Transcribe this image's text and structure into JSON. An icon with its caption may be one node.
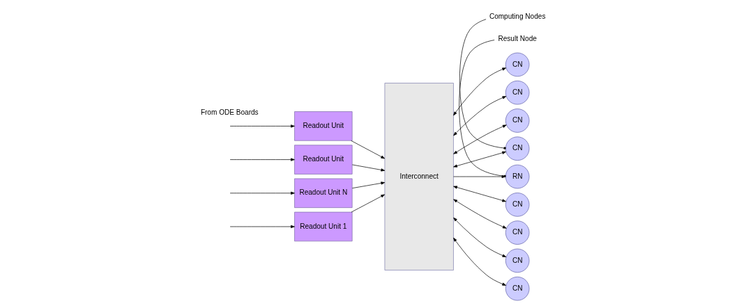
{
  "diagram": {
    "nodes": [
      {
        "text": [
          "Readout Unit 1"
        ]
      },
      {
        "text": [
          "Readout Unit"
        ]
      },
      {
        "text": [
          "Readout Unit"
        ]
      },
      {
        "text": [
          "Readout Unit N"
        ]
      },
      {
        "text": [
          "Interconnect"
        ]
      },
      {
        "text": [
          "CN"
        ]
      },
      {
        "text": [
          "CN"
        ]
      },
      {
        "text": [
          "CN"
        ]
      },
      {
        "text": [
          "CN"
        ]
      },
      {
        "text": [
          "RN"
        ]
      },
      {
        "text": [
          "CN"
        ]
      },
      {
        "text": [
          "CN"
        ]
      },
      {
        "text": [
          "CN"
        ]
      },
      {
        "text": [
          "CN"
        ]
      },
      {
        "text": [
          "Computing Nodes"
        ]
      },
      {
        "text": [
          "Result Node"
        ]
      }
    ],
    "edges": [
      {
        "from": null,
        "to": 0,
        "arrow": "to"
      },
      {
        "from": null,
        "to": 1,
        "arrow": "to"
      },
      {
        "from": null,
        "to": 2,
        "arrow": "to"
      },
      {
        "from": null,
        "to": 3,
        "arrow": "to"
      },
      {
        "from": 0,
        "to": 4,
        "arrow": "to"
      },
      {
        "from": 1,
        "to": 4,
        "arrow": "to"
      },
      {
        "from": 2,
        "to": 4,
        "arrow": "to"
      },
      {
        "from": 3,
        "to": 4,
        "arrow": "to"
      },
      {
        "from": 4,
        "to": 5,
        "arrow": "both"
      },
      {
        "from": 4,
        "to": 6,
        "arrow": "both"
      },
      {
        "from": 4,
        "to": 7,
        "arrow": "both"
      },
      {
        "from": 4,
        "to": 8,
        "arrow": "both"
      },
      {
        "from": 4,
        "to": 9,
        "arrow": "to"
      },
      {
        "from": 4,
        "to": 10,
        "arrow": "both"
      },
      {
        "from": 4,
        "to": 11,
        "arrow": "both"
      },
      {
        "from": 4,
        "to": 12,
        "arrow": "both"
      },
      {
        "from": 4,
        "to": 13,
        "arrow": "both"
      },
      {
        "from": 14,
        "to": 8,
        "arrow": "other"
      },
      {
        "from": 15,
        "to": 9,
        "arrow": "other"
      }
    ],
    "labels": [
      "From ODE Boards"
    ]
  }
}
